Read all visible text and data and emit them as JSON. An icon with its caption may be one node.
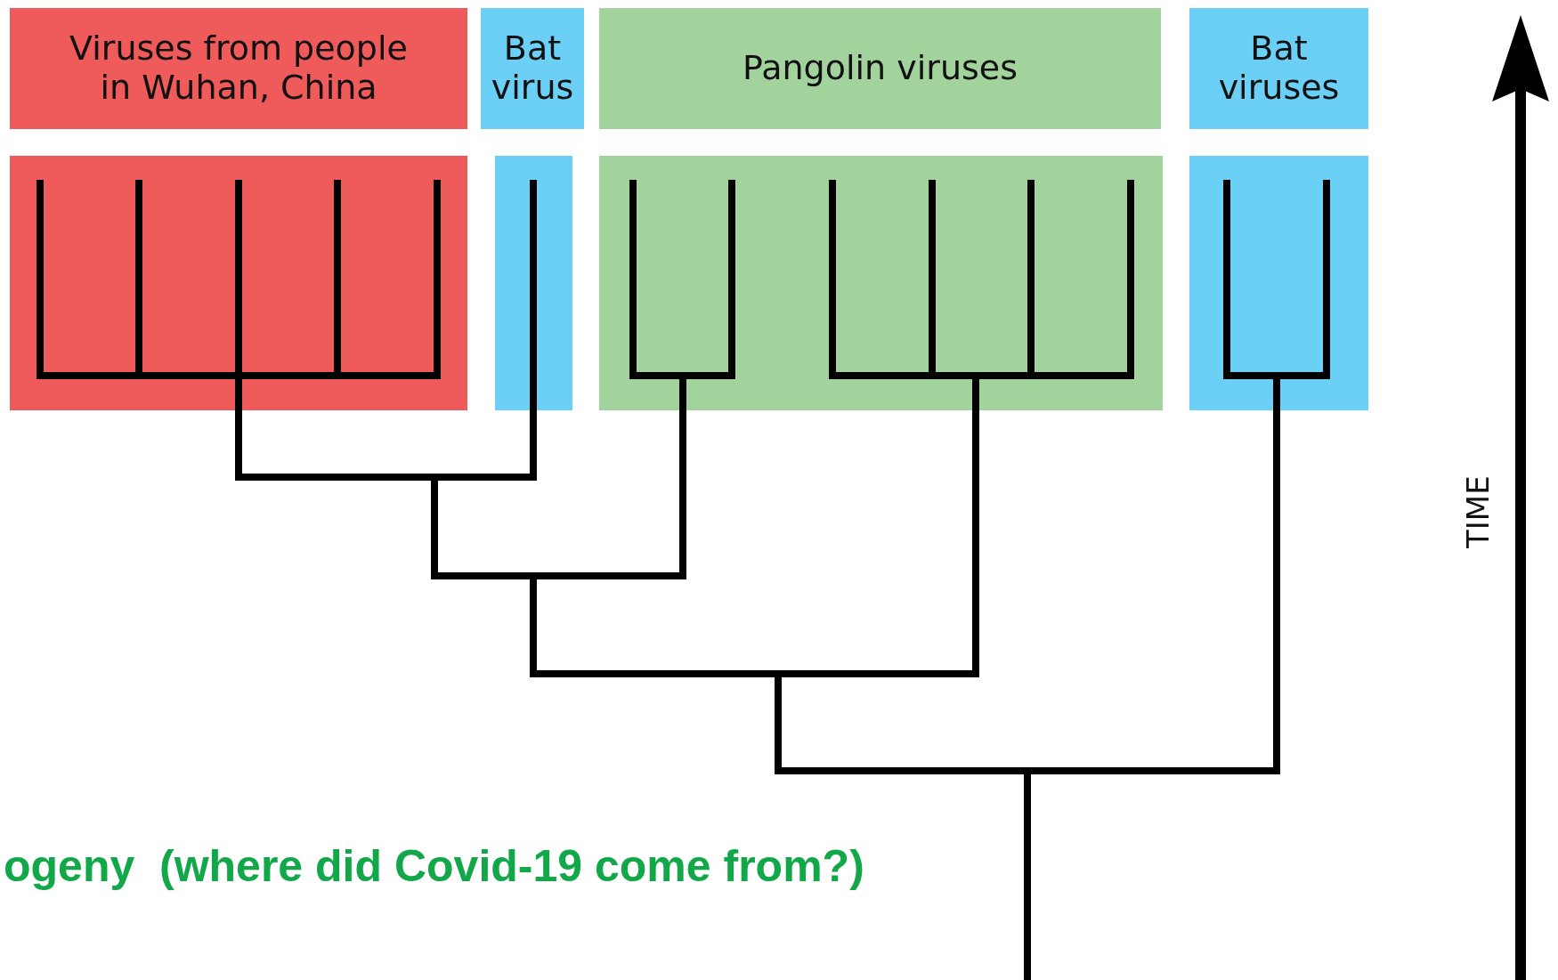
{
  "diagram": {
    "nodes": [
      {
        "text": [
          "Viruses from people in Wuhan, China"
        ]
      },
      {
        "text": [
          "Bat virus"
        ]
      },
      {
        "text": [
          "Pangolin viruses"
        ]
      },
      {
        "text": [
          "Bat viruses"
        ]
      },
      {
        "text": [],
        "shape": "box"
      },
      {
        "text": [],
        "shape": "box"
      },
      {
        "text": [],
        "shape": "box"
      },
      {
        "text": [],
        "shape": "box"
      }
    ],
    "labels": [
      "TIME",
      "ogeny  (where did Covid-19 come from?)"
    ]
  }
}
